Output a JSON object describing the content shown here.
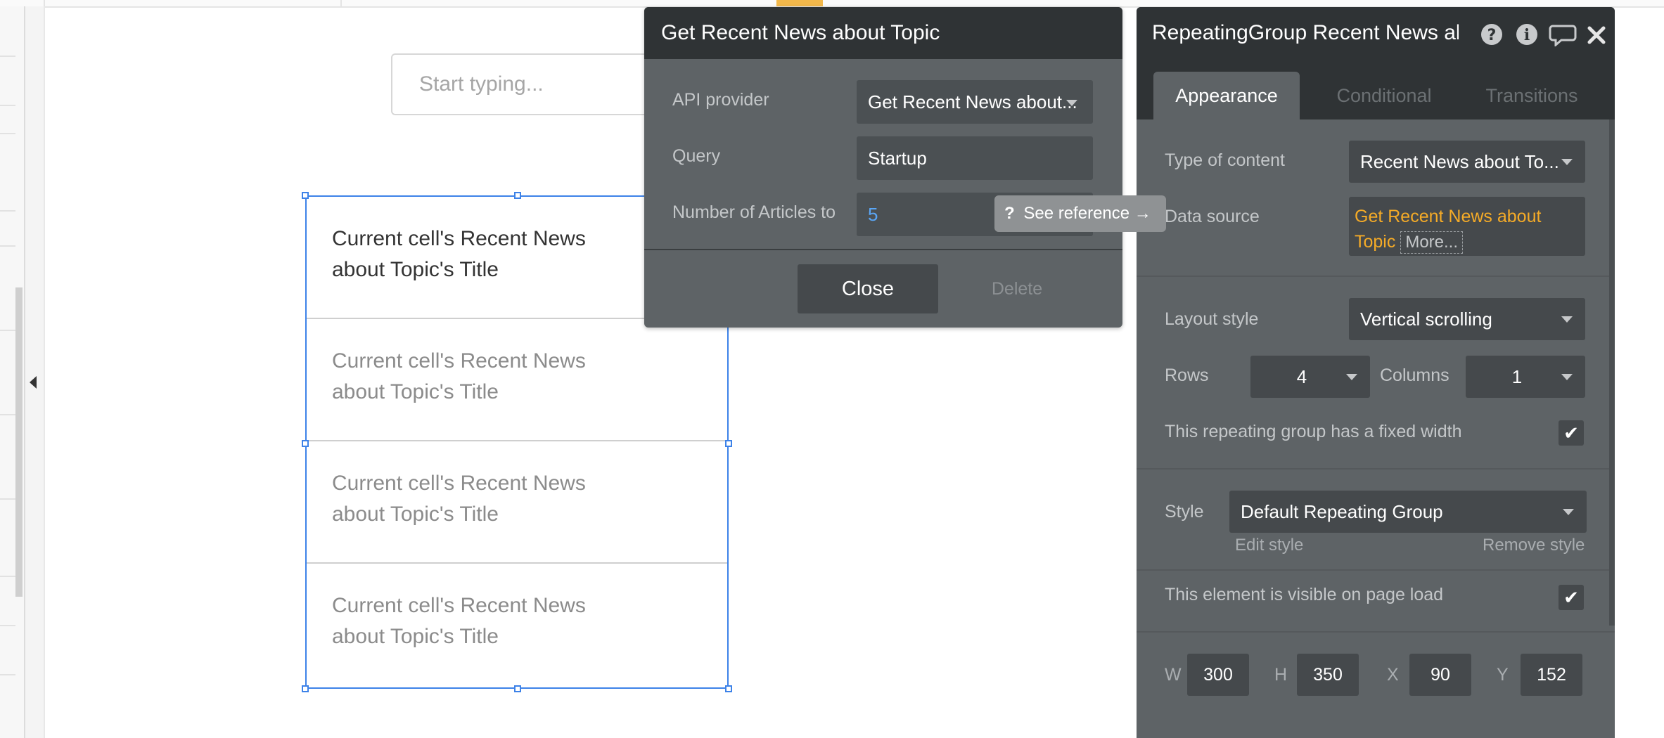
{
  "canvas": {
    "search_placeholder": "Start typing..."
  },
  "repeating_group": {
    "cells": [
      "Current cell's Recent News about Topic's Title",
      "Current cell's Recent News about Topic's Title",
      "Current cell's Recent News about Topic's Title",
      "Current cell's Recent News about Topic's Title"
    ]
  },
  "api_panel": {
    "title": "Get Recent News about Topic",
    "fields": [
      {
        "label": "API provider",
        "value": "Get Recent News about..."
      },
      {
        "label": "Query",
        "value": "Startup"
      },
      {
        "label": "Number of Articles to",
        "value": "5"
      }
    ],
    "close_label": "Close",
    "delete_label": "Delete",
    "see_reference": "See reference →",
    "see_reference_icon": "?"
  },
  "property_editor": {
    "title": "RepeatingGroup Recent News abo",
    "icons": [
      "help-icon",
      "info-icon",
      "comment-icon",
      "close-icon"
    ],
    "tabs": [
      "Appearance",
      "Conditional",
      "Transitions"
    ],
    "type_of_content": {
      "label": "Type of content",
      "value": "Recent News about To..."
    },
    "data_source": {
      "label": "Data source",
      "value": "Get Recent News about Topic",
      "more": "More..."
    },
    "layout_style": {
      "label": "Layout style",
      "value": "Vertical scrolling"
    },
    "rows": {
      "label": "Rows",
      "value": "4"
    },
    "columns": {
      "label": "Columns",
      "value": "1"
    },
    "fixed_width": {
      "label": "This repeating group has a fixed width",
      "checked": true
    },
    "style": {
      "label": "Style",
      "value": "Default Repeating Group",
      "edit": "Edit style",
      "remove": "Remove style"
    },
    "visible_on_load": {
      "label": "This element is visible on page load",
      "checked": true
    },
    "dimensions": [
      {
        "label": "W",
        "value": "300"
      },
      {
        "label": "H",
        "value": "350"
      },
      {
        "label": "X",
        "value": "90"
      },
      {
        "label": "Y",
        "value": "152"
      }
    ]
  },
  "colors": {
    "selection_blue": "#3d82e8",
    "panel_bg": "#5e6366",
    "panel_header": "#2f3335",
    "dynamic_text_orange": "#f5ab27",
    "top_accent": "#f2b84b"
  }
}
